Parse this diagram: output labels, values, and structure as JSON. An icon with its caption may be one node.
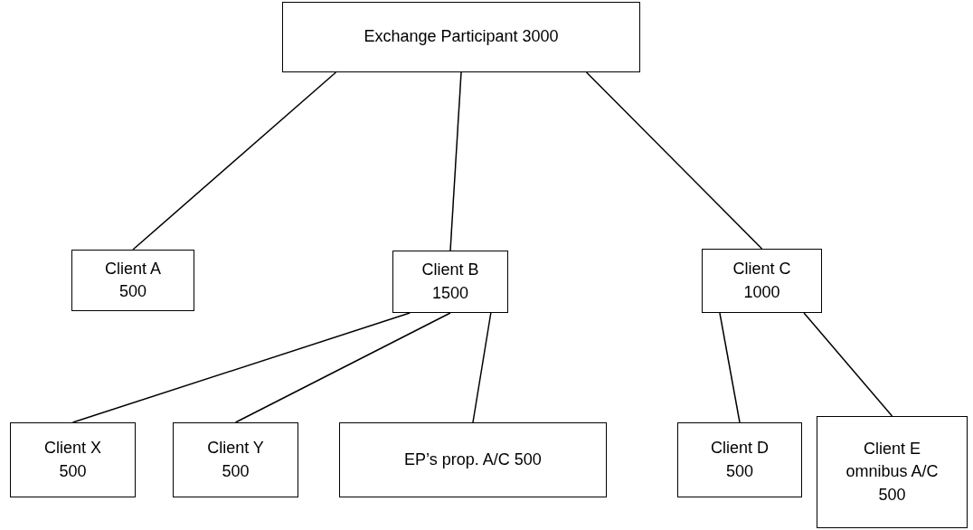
{
  "diagram": {
    "nodes": [
      {
        "text": [
          "Exchange Participant 3000"
        ]
      },
      {
        "text": [
          "Client A 500"
        ]
      },
      {
        "text": [
          "Client B 1500"
        ]
      },
      {
        "text": [
          "Client C 1000"
        ]
      },
      {
        "text": [
          "Client X 500"
        ]
      },
      {
        "text": [
          "Client Y 500"
        ]
      },
      {
        "text": [
          "EP’s prop. A/C 500"
        ]
      },
      {
        "text": [
          "Client D 500"
        ]
      },
      {
        "text": [
          "Client E omnibus A/C 500"
        ]
      }
    ],
    "edges": [
      {
        "from": 0,
        "to": 1,
        "arrow": "none"
      },
      {
        "from": 0,
        "to": 2,
        "arrow": "none"
      },
      {
        "from": 0,
        "to": 3,
        "arrow": "none"
      },
      {
        "from": 2,
        "to": 4,
        "arrow": "none"
      },
      {
        "from": 2,
        "to": 5,
        "arrow": "none"
      },
      {
        "from": 2,
        "to": 6,
        "arrow": "none"
      },
      {
        "from": 3,
        "to": 7,
        "arrow": "none"
      },
      {
        "from": 3,
        "to": 8,
        "arrow": "none"
      }
    ]
  }
}
